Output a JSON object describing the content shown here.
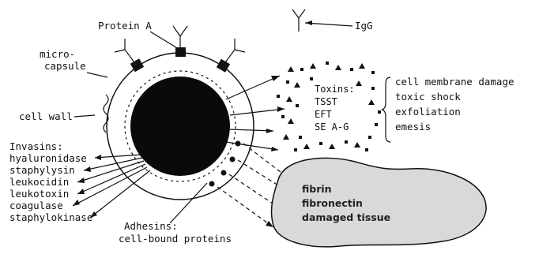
{
  "labels": {
    "protein_a": "Protein A",
    "igg": "IgG",
    "microcapsule_1": "micro-",
    "microcapsule_2": "capsule",
    "cell_wall": "cell wall",
    "invasins": [
      "Invasins:",
      "hyaluronidase",
      "staphylysin",
      "leukocidin",
      "leukotoxin",
      "coagulase",
      "staphylokinase"
    ],
    "adhesins_1": "Adhesins:",
    "adhesins_2": "cell-bound proteins",
    "toxins": [
      "Toxins:",
      "TSST",
      "EFT",
      "SE A-G"
    ],
    "effects": [
      "cell membrane damage",
      "toxic shock",
      "exfoliation",
      "emesis"
    ],
    "tissue": [
      "fibrin",
      "fibronectin",
      "damaged tissue"
    ]
  },
  "colors": {
    "ink": "#111111",
    "tissue_fill": "#d9d9d9"
  }
}
